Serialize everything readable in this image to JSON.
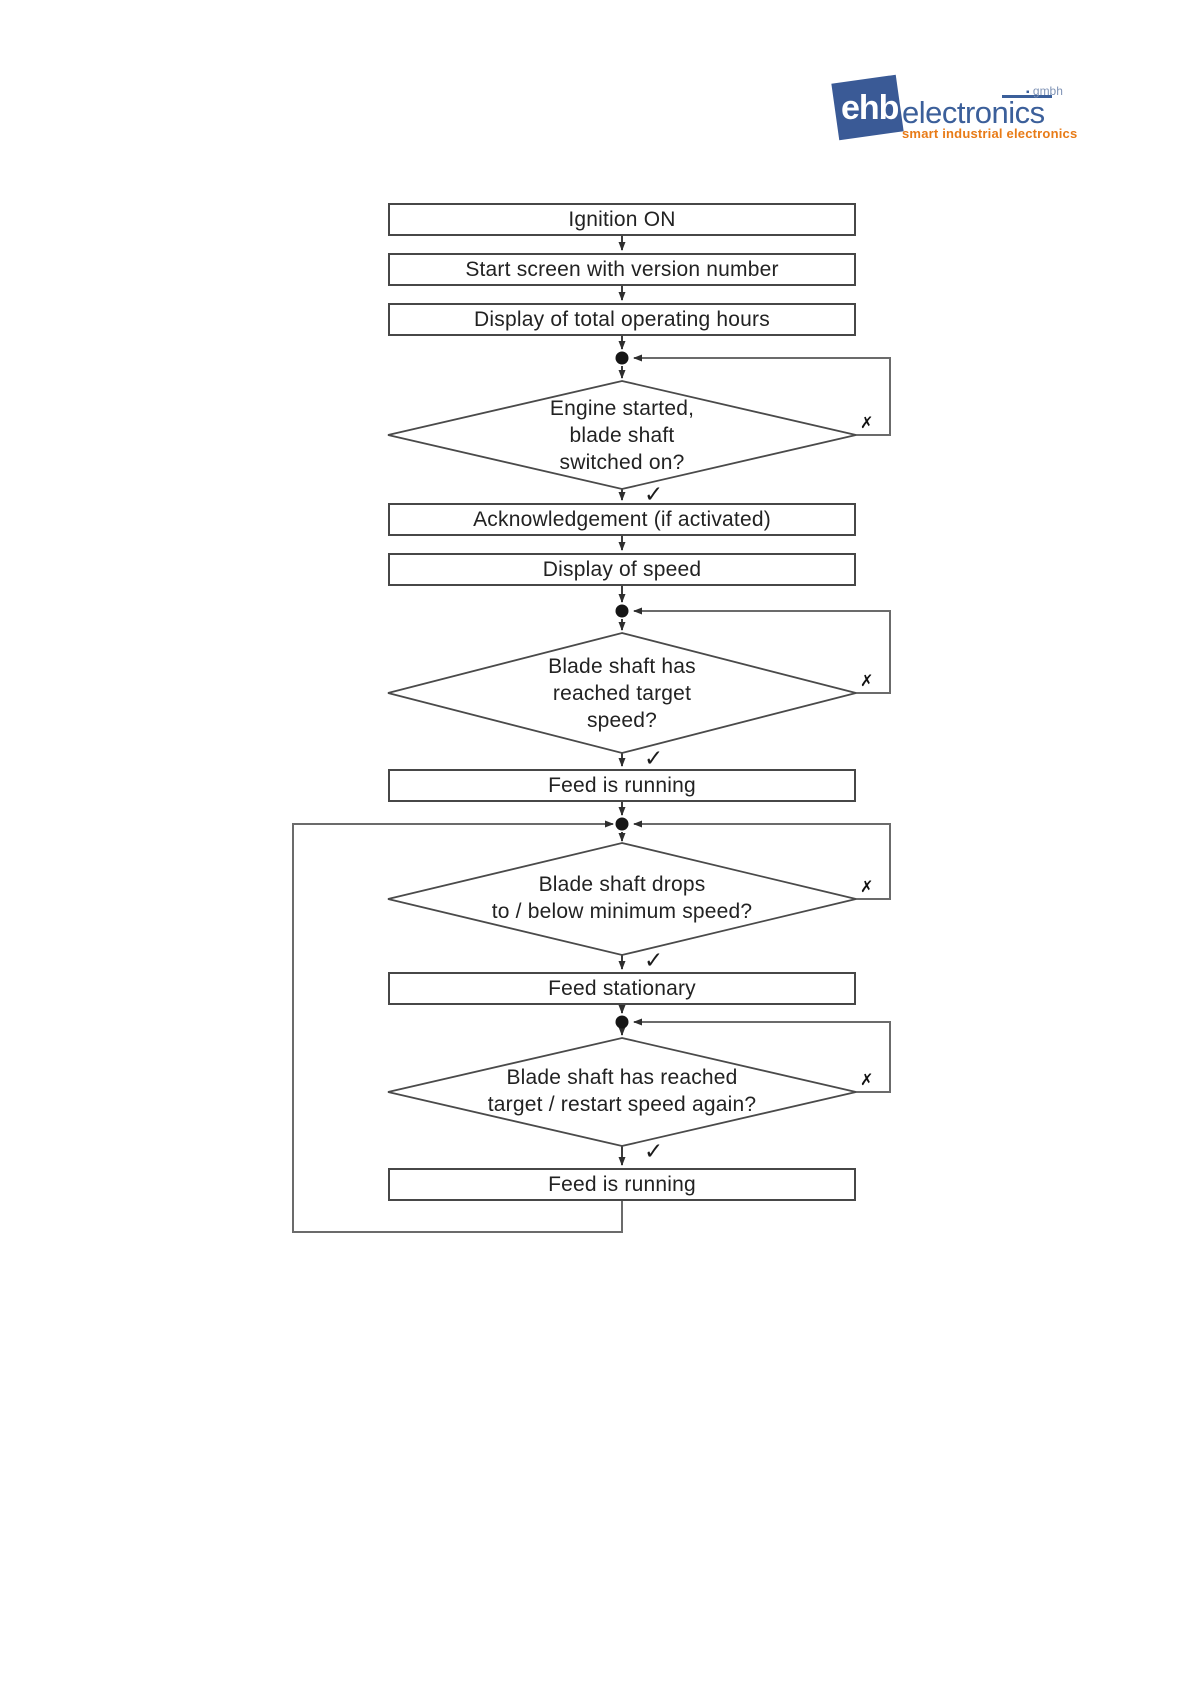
{
  "logo": {
    "ehb": "ehb",
    "electronics": "electronics",
    "gmbh": "gmbh",
    "bullet": "▪",
    "tagline": "smart industrial electronics"
  },
  "flow": {
    "boxes": [
      {
        "label": "Ignition ON"
      },
      {
        "label": "Start screen with version number"
      },
      {
        "label": "Display of total operating hours"
      },
      {
        "label": "Acknowledgement (if activated)"
      },
      {
        "label": "Display of speed"
      },
      {
        "label": "Feed is running"
      },
      {
        "label": "Feed stationary"
      },
      {
        "label": "Feed is running"
      }
    ],
    "decisions": [
      {
        "label": "Engine started,\nblade shaft\nswitched on?"
      },
      {
        "label": "Blade shaft has\nreached target\nspeed?"
      },
      {
        "label": "Blade shaft drops\nto / below minimum speed?"
      },
      {
        "label": "Blade shaft has reached\ntarget / restart speed again?"
      }
    ],
    "yes_symbol": "✓",
    "no_symbol": "✗"
  },
  "colors": {
    "logo_blue": "#3a5a96",
    "logo_gray_blue": "#8094b6",
    "logo_orange": "#e87b17",
    "line_dark": "#3c3c3c",
    "loop_gray": "#6b6b6b"
  }
}
